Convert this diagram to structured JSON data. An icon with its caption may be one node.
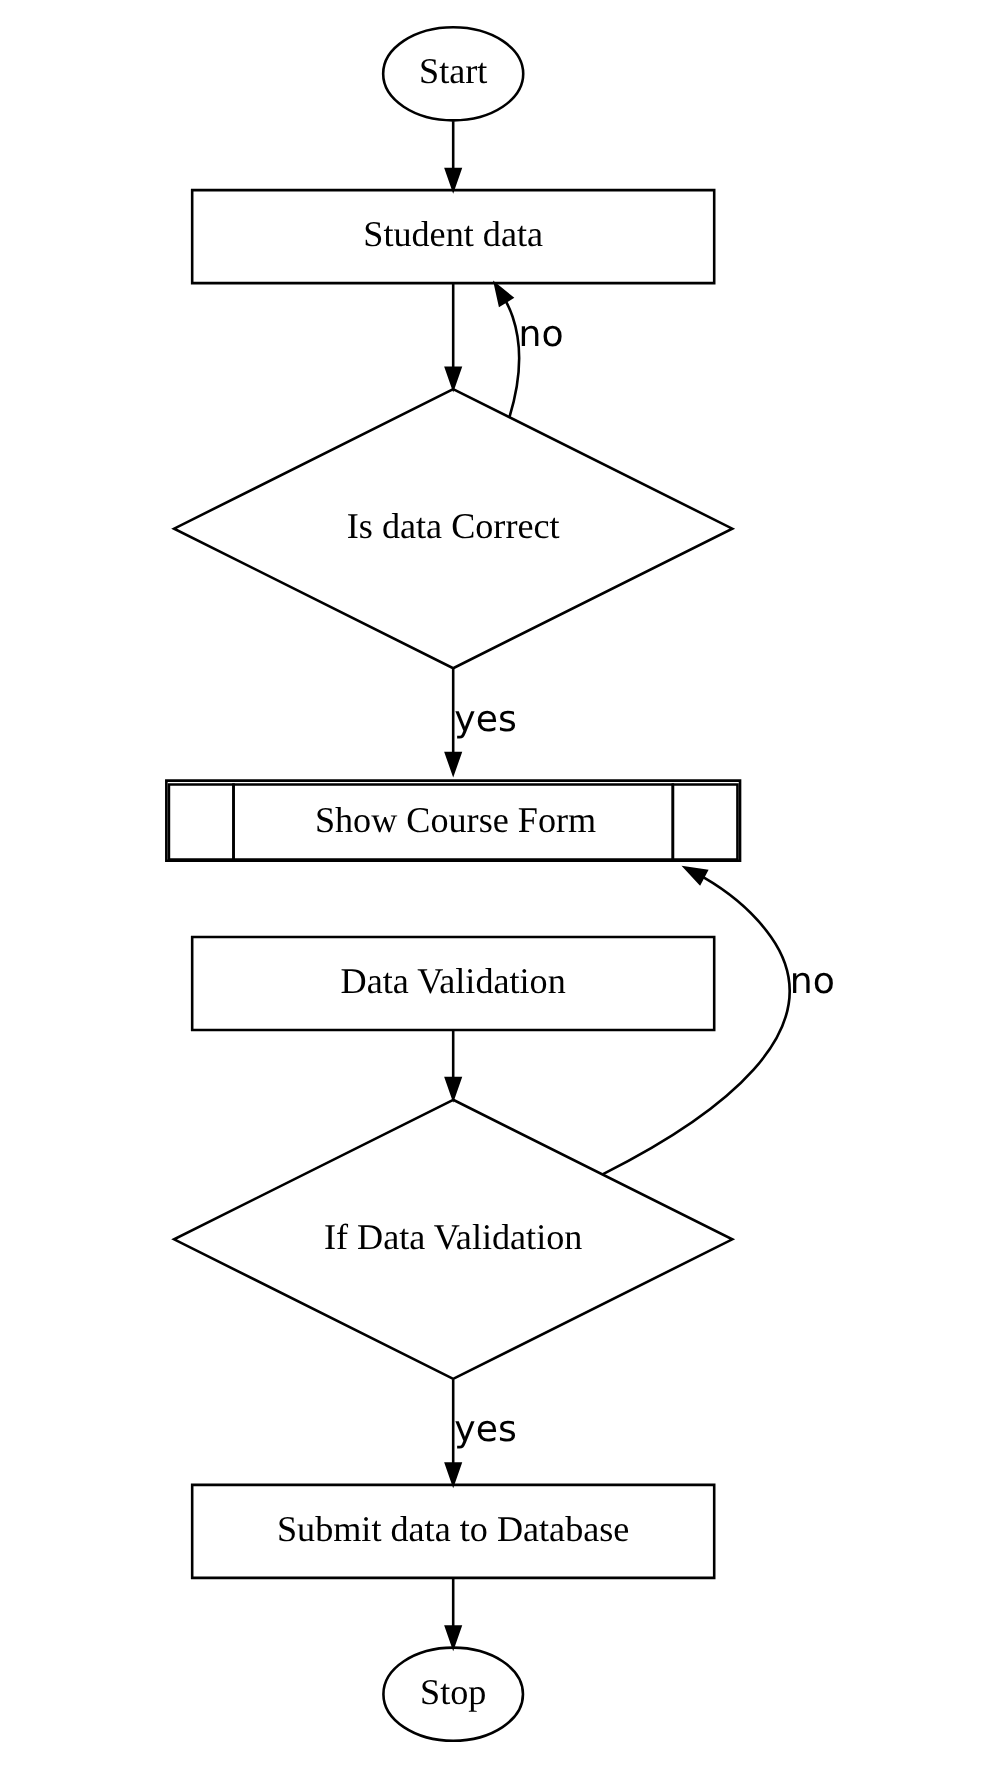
{
  "diagram": {
    "nodes": [
      {
        "text": [
          "Start"
        ]
      },
      {
        "text": [
          "Student data"
        ]
      },
      {
        "text": [
          "Is data Correct"
        ]
      },
      {
        "text": [
          "Show Course Form"
        ]
      },
      {
        "text": [
          "Data Validation"
        ]
      },
      {
        "text": [
          "If Data Validation"
        ]
      },
      {
        "text": [
          "Submit data to Database"
        ]
      },
      {
        "text": [
          "Stop"
        ]
      }
    ],
    "edges": [
      {
        "from": 0,
        "to": 1,
        "arrow": "to"
      },
      {
        "from": 1,
        "to": 2,
        "arrow": "to"
      },
      {
        "from": 2,
        "to": 1,
        "arrow": "to",
        "label": "no"
      },
      {
        "from": 2,
        "to": 3,
        "arrow": "to",
        "label": "yes"
      },
      {
        "from": 4,
        "to": 5,
        "arrow": "to"
      },
      {
        "from": 5,
        "to": 3,
        "arrow": "to",
        "label": "no"
      },
      {
        "from": 5,
        "to": 6,
        "arrow": "to",
        "label": "yes"
      },
      {
        "from": 6,
        "to": 7,
        "arrow": "to"
      }
    ]
  }
}
